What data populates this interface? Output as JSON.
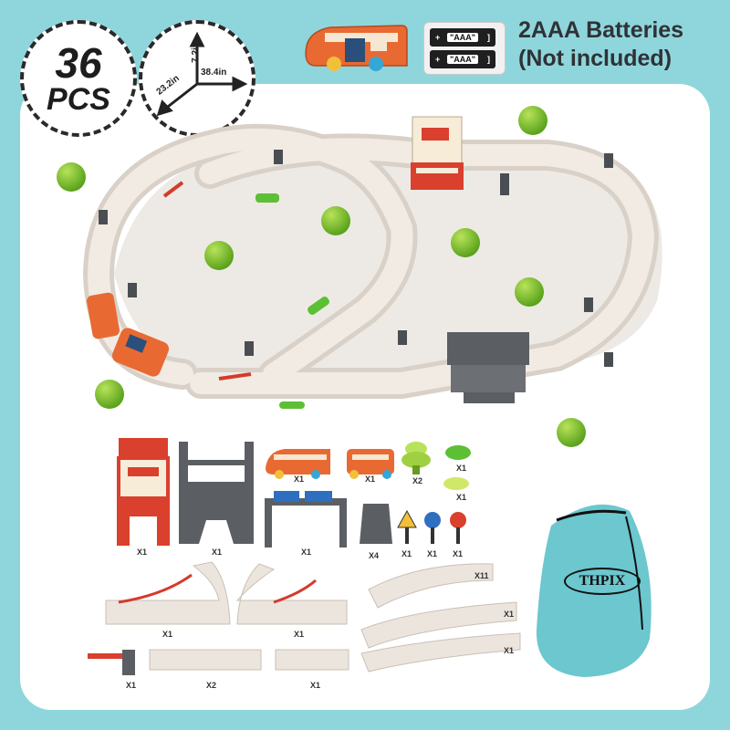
{
  "badge": {
    "count": "36",
    "unit": "PCS",
    "height": "7.2in",
    "depth": "23.2in",
    "width": "38.4in"
  },
  "battery": {
    "label_line1": "2AAA Batteries",
    "label_line2": "(Not included)",
    "cell_label": "\"AAA\"",
    "plus": "+",
    "minus": "]"
  },
  "parts": {
    "station": "X1",
    "bridge": "X1",
    "engine": "X1",
    "carriage": "X1",
    "tree": "X2",
    "bush": "X1",
    "bush2": "X1",
    "gantry": "X1",
    "pillar": "X4",
    "sign_warning": "X1",
    "sign_direction": "X1",
    "sign_stop": "X1",
    "switch_left": "X1",
    "switch_right": "X1",
    "curve": "X11",
    "curve_s1": "X1",
    "curve_s2": "X1",
    "barrier": "X1",
    "straight_long": "X2",
    "straight_short": "X1"
  },
  "bag": {
    "brand": "THPIX"
  },
  "colors": {
    "background": "#8fd6dc",
    "track": "#ece5de",
    "train_orange": "#e86a32",
    "station_red": "#d9402e",
    "tree_green": "#7cbf2a",
    "bag_teal": "#6cc7cf"
  }
}
